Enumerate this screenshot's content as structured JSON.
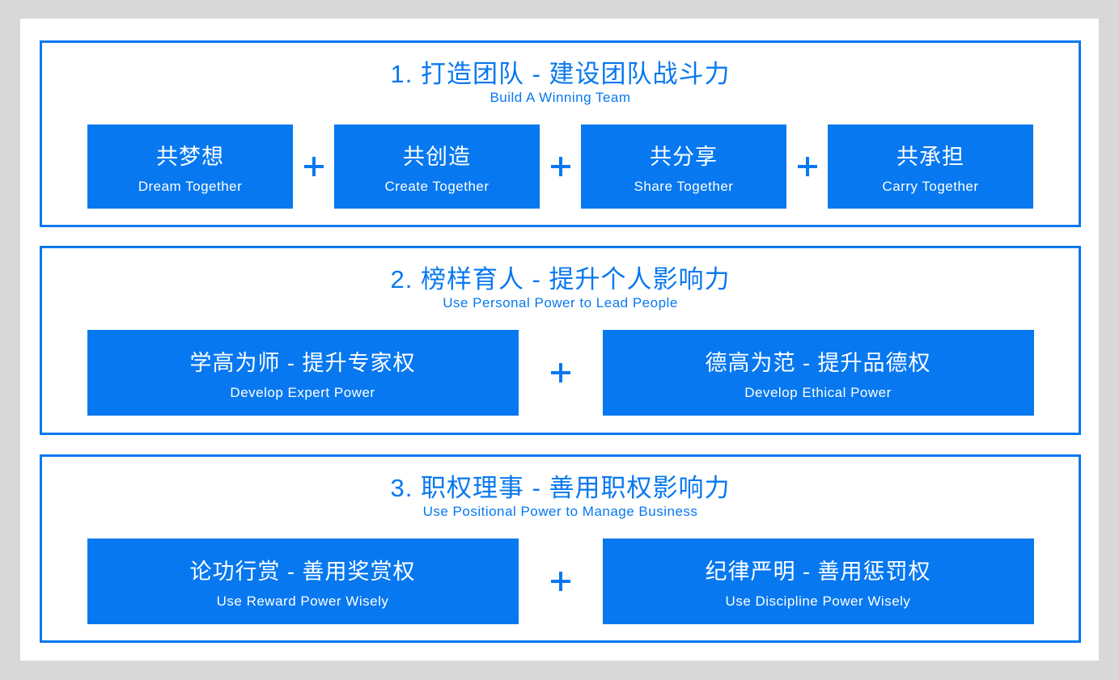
{
  "colors": {
    "accent_blue": "#0778f0",
    "box_text_white": "#ffffff",
    "canvas_gray": "#d8d8d8",
    "panel_white": "#ffffff"
  },
  "icons": {
    "plus": "+"
  },
  "sections": [
    {
      "title": "1. 打造团队 - 建设团队战斗力",
      "subtitle": "Build A Winning Team",
      "boxes": [
        {
          "zh": "共梦想",
          "en": "Dream Together"
        },
        {
          "zh": "共创造",
          "en": "Create Together"
        },
        {
          "zh": "共分享",
          "en": "Share Together"
        },
        {
          "zh": "共承担",
          "en": "Carry Together"
        }
      ]
    },
    {
      "title": "2. 榜样育人 - 提升个人影响力",
      "subtitle": "Use Personal Power to Lead People",
      "boxes": [
        {
          "zh": "学高为师 - 提升专家权",
          "en": "Develop Expert Power"
        },
        {
          "zh": "德高为范 - 提升品德权",
          "en": "Develop Ethical Power"
        }
      ]
    },
    {
      "title": "3. 职权理事 - 善用职权影响力",
      "subtitle": "Use Positional Power to Manage Business",
      "boxes": [
        {
          "zh": "论功行赏 - 善用奖赏权",
          "en": "Use Reward Power Wisely"
        },
        {
          "zh": "纪律严明 - 善用惩罚权",
          "en": "Use Discipline Power Wisely"
        }
      ]
    }
  ]
}
